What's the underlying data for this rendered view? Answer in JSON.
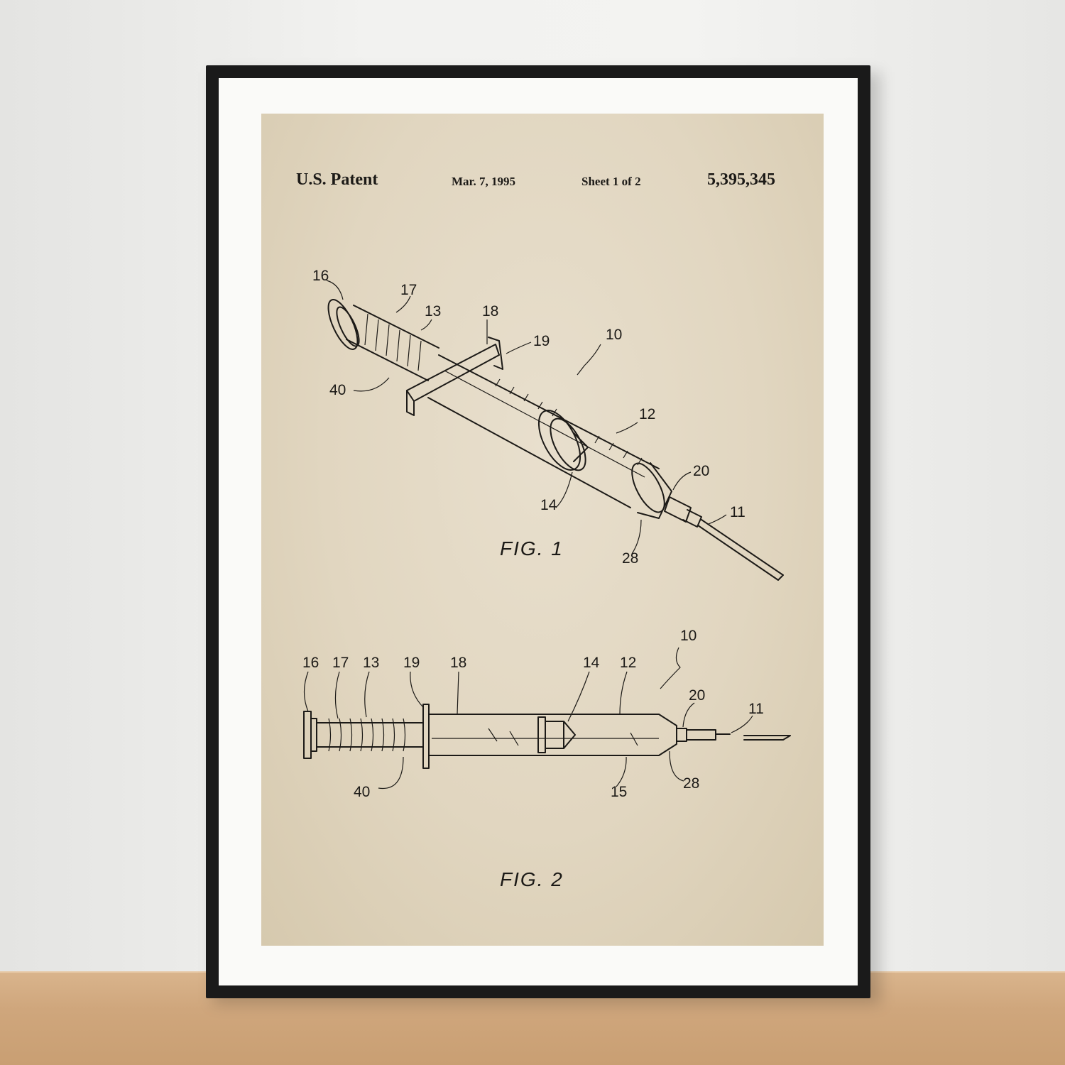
{
  "patent": {
    "title": "U.S. Patent",
    "date": "Mar. 7, 1995",
    "sheet": "Sheet 1 of 2",
    "number": "5,395,345"
  },
  "figures": [
    {
      "caption": "FIG. 1",
      "refs": [
        "16",
        "17",
        "13",
        "18",
        "19",
        "10",
        "40",
        "12",
        "20",
        "14",
        "11",
        "28"
      ]
    },
    {
      "caption": "FIG. 2",
      "refs": [
        "10",
        "16",
        "17",
        "13",
        "19",
        "18",
        "14",
        "12",
        "20",
        "11",
        "40",
        "15",
        "28"
      ]
    }
  ],
  "colors": {
    "frame": "#1a1a1a",
    "mat": "#fafaf8",
    "paper": "#e1d6c0",
    "ink": "#1c1a17",
    "wall": "#f2f2f0",
    "shelf": "#cfa67c"
  }
}
